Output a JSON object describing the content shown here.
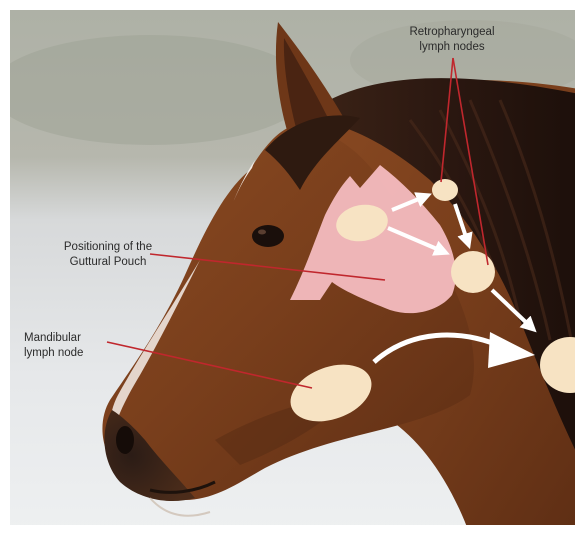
{
  "labels": {
    "retropharyngeal": [
      "Retropharyngeal",
      "lymph nodes"
    ],
    "guttural": [
      "Positioning of the",
      "Guttural Pouch"
    ],
    "mandibular": [
      "Mandibular",
      "lymph node"
    ]
  },
  "colors": {
    "pouch": "#f4bcc0",
    "lymph_node": "#f7e3c3",
    "leader_line": "#c0272d",
    "flow_arrow": "#ffffff",
    "coat": "#7a3f1c",
    "mane": "#2a1710"
  },
  "icons": {
    "flow": "arrow-icon"
  }
}
